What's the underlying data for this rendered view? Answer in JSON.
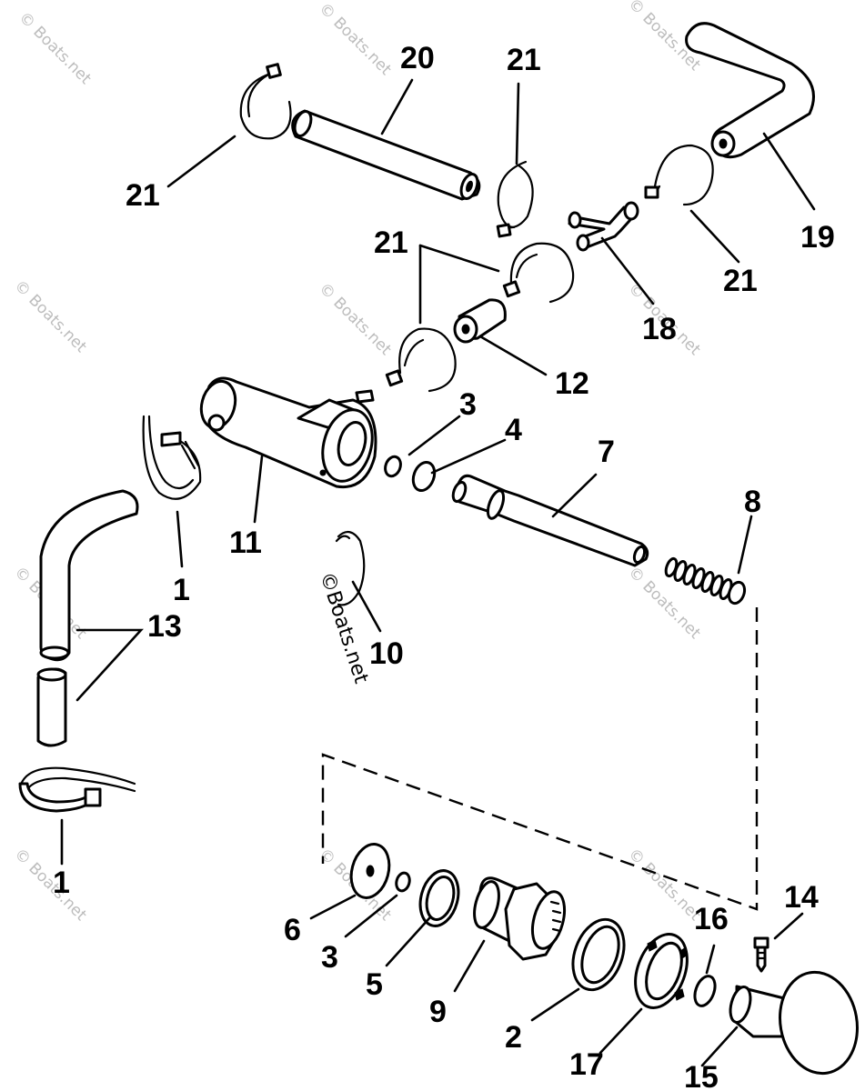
{
  "watermark": "© Boats.net",
  "watermark_inline": "©Boats.net",
  "callouts": {
    "c1a": "1",
    "c1b": "1",
    "c2": "2",
    "c3a": "3",
    "c3b": "3",
    "c4": "4",
    "c5": "5",
    "c6": "6",
    "c7": "7",
    "c8": "8",
    "c9": "9",
    "c10": "10",
    "c11": "11",
    "c12": "12",
    "c13": "13",
    "c14": "14",
    "c15": "15",
    "c16": "16",
    "c17": "17",
    "c18": "18",
    "c19": "19",
    "c20": "20",
    "c21a": "21",
    "c21b": "21",
    "c21c": "21",
    "c21d": "21"
  },
  "colors": {
    "ink": "#000000",
    "paper": "#ffffff",
    "watermark": "#bdbdbd"
  }
}
